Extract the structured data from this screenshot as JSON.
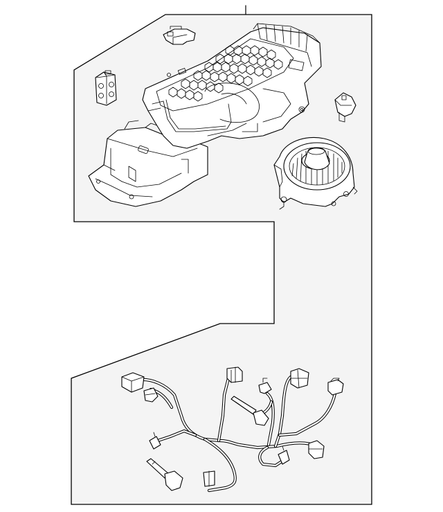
{
  "diagram": {
    "colors": {
      "background": "#ffffff",
      "panel_fill": "#f4f4f4",
      "line": "#000000"
    },
    "parts": [
      {
        "name": "hvac-case-assembly"
      },
      {
        "name": "blower-motor"
      },
      {
        "name": "expansion-valve"
      },
      {
        "name": "actuator-connector"
      },
      {
        "name": "temperature-sensor"
      },
      {
        "name": "wiring-harness"
      }
    ]
  }
}
